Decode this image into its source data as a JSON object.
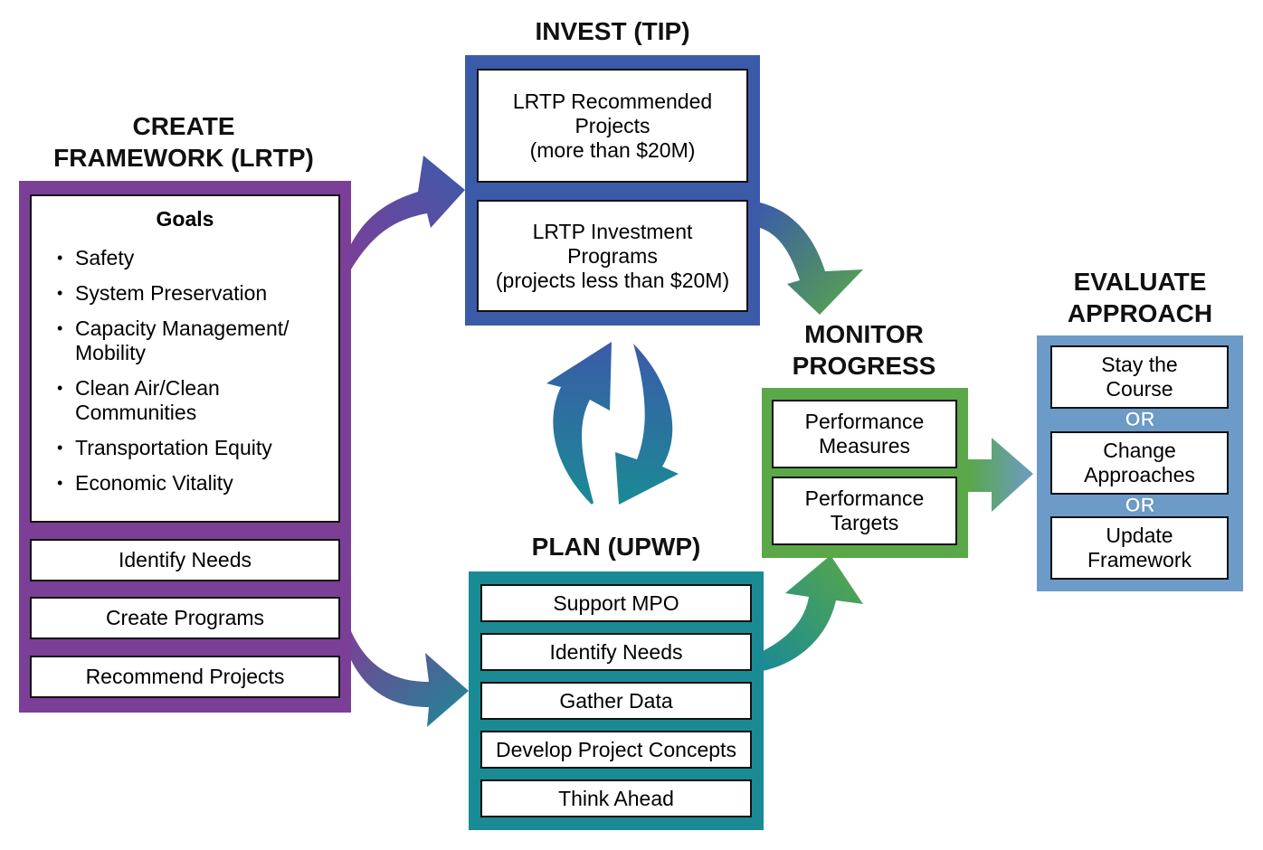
{
  "colors": {
    "create": "#7b3f98",
    "invest": "#3b5ba9",
    "plan": "#1a8a94",
    "monitor": "#5aa848",
    "evaluate": "#6c9bc8"
  },
  "create": {
    "heading_line1": "CREATE",
    "heading_line2": "FRAMEWORK (LRTP)",
    "goals_title": "Goals",
    "goals": [
      "Safety",
      "System Preservation",
      "Capacity Management/ Mobility",
      "Clean Air/Clean Communities",
      "Transportation Equity",
      "Economic Vitality"
    ],
    "steps": [
      "Identify Needs",
      "Create Programs",
      "Recommend Projects"
    ]
  },
  "invest": {
    "heading": "INVEST (TIP)",
    "box1": [
      "LRTP Recommended",
      "Projects",
      "(more than $20M)"
    ],
    "box2": [
      "LRTP Investment",
      "Programs",
      "(projects less than $20M)"
    ]
  },
  "plan": {
    "heading": "PLAN (UPWP)",
    "items": [
      "Support MPO",
      "Identify Needs",
      "Gather Data",
      "Develop Project Concepts",
      "Think Ahead"
    ]
  },
  "monitor": {
    "heading_line1": "MONITOR",
    "heading_line2": "PROGRESS",
    "box1": [
      "Performance",
      "Measures"
    ],
    "box2": [
      "Performance",
      "Targets"
    ]
  },
  "evaluate": {
    "heading_line1": "EVALUATE",
    "heading_line2": "APPROACH",
    "box1": [
      "Stay the",
      "Course"
    ],
    "or1": "OR",
    "box2": [
      "Change",
      "Approaches"
    ],
    "or2": "OR",
    "box3": [
      "Update",
      "Framework"
    ]
  }
}
